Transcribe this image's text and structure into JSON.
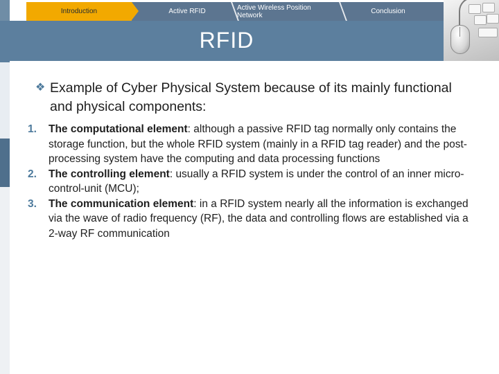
{
  "nav": {
    "tabs": [
      {
        "label": "Introduction",
        "active": true
      },
      {
        "label": "Active RFID",
        "active": false
      },
      {
        "label": "Active Wireless Position Network",
        "active": false
      },
      {
        "label": "Conclusion",
        "active": false
      }
    ]
  },
  "header": {
    "title": "RFID"
  },
  "main": {
    "bullet": "Example of Cyber Physical System because of its mainly functional and physical components:",
    "items": [
      {
        "marker": "1.",
        "term": "The computational element",
        "text": ": although a passive RFID tag normally only contains the storage function, but the whole RFID system (mainly in a RFID tag reader) and the post-processing system have the computing and data processing functions"
      },
      {
        "marker": "2.",
        "term": " The controlling element",
        "text": ": usually a RFID system is under the control of an inner micro- control-unit (MCU);"
      },
      {
        "marker": "3.",
        "term": "The communication element",
        "text": ": in a RFID system nearly all the information is exchanged via the wave of radio frequency (RF), the data and  controlling flows are established via a 2-way RF communication"
      }
    ]
  },
  "colors": {
    "nav_bg": "#5c7590",
    "nav_active": "#f2a900",
    "header_bg": "#5c7f9e",
    "accent": "#4d7a9c"
  },
  "icons": {
    "bullet": "diamond-bullet-icon",
    "photo": "keyboard-mouse-photo"
  }
}
